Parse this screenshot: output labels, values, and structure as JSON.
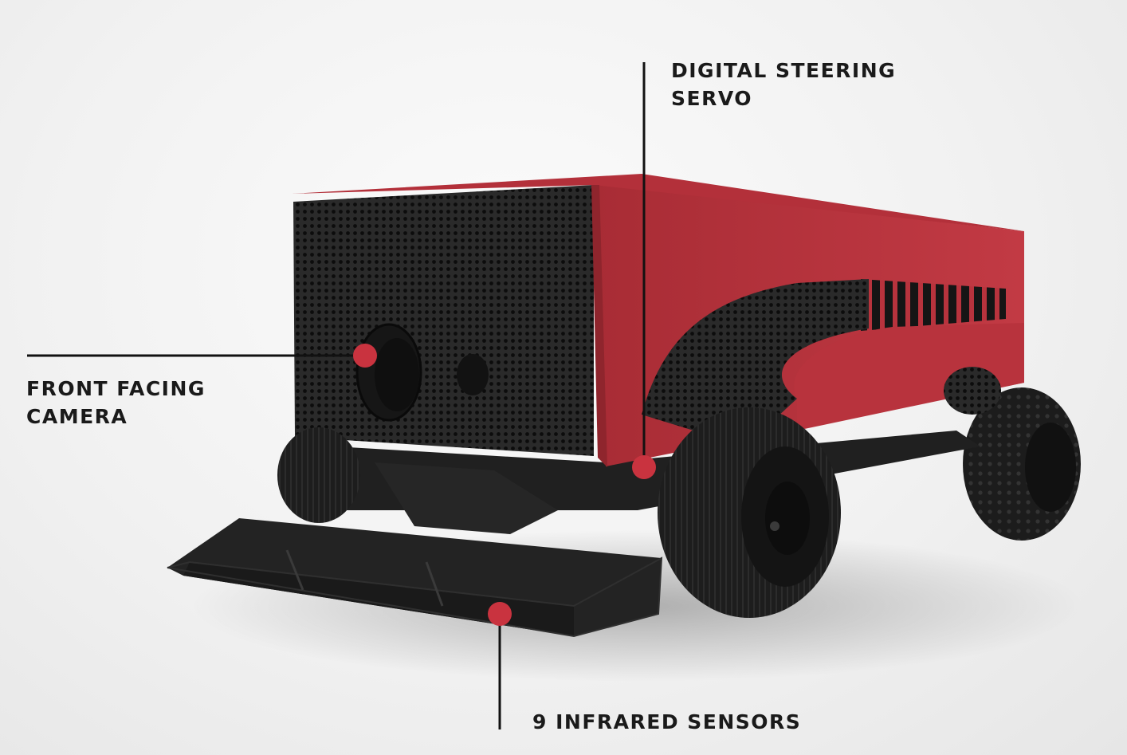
{
  "callouts": {
    "servo": {
      "line1": "DIGITAL STEERING",
      "line2": "SERVO"
    },
    "camera": {
      "line1": "FRONT FACING",
      "line2": "CAMERA"
    },
    "infrared": {
      "line1": "9 INFRARED SENSORS"
    }
  },
  "colors": {
    "body_red": "#b8333d",
    "marker_red": "#c9333f",
    "mesh_black": "#1c1c1c",
    "tire_black": "#1b1b1b",
    "leader_line": "#111111"
  }
}
